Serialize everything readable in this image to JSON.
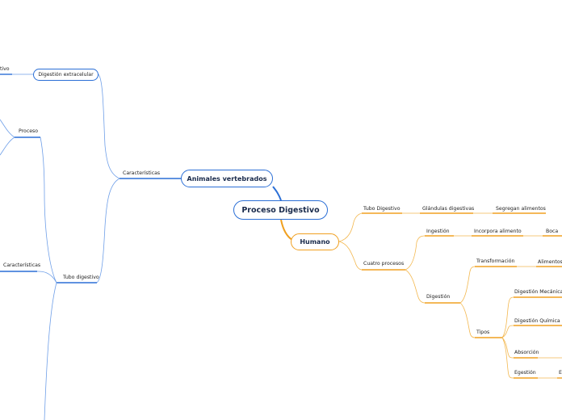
{
  "central": "Proceso Digestivo",
  "animales": {
    "title": "Animales vertebrados",
    "caracteristicas": "Características",
    "extracelular": "Digestión extracelular",
    "cut_left": "tivo",
    "proceso": "Proceso",
    "caracteristicas2": "Características",
    "tubo": "Tubo digestivo"
  },
  "humano": {
    "title": "Humano",
    "tubo": "Tubo Digestivo",
    "glandulas": "Glándulas digestivas",
    "segregan": "Segregan alimentos",
    "cuatro": "Cuatro procesos",
    "ingestion": "Ingestión",
    "incorpora": "Incorpora alimento",
    "boca": "Boca",
    "digestion": "Digestión",
    "transformacion": "Transformación",
    "alimentos": "Alimentos",
    "tipos": "Tipos",
    "mecanica": "Digestión Mecánica",
    "quimica": "Digestión Química",
    "absorcion": "Absorción",
    "egestion": "Egestión",
    "cut_e": "E"
  },
  "colors": {
    "blue_branch": "#2b6fd6",
    "blue_line": "#6f9fe8",
    "orange_branch": "#f0a020",
    "orange_line": "#f3b850"
  }
}
